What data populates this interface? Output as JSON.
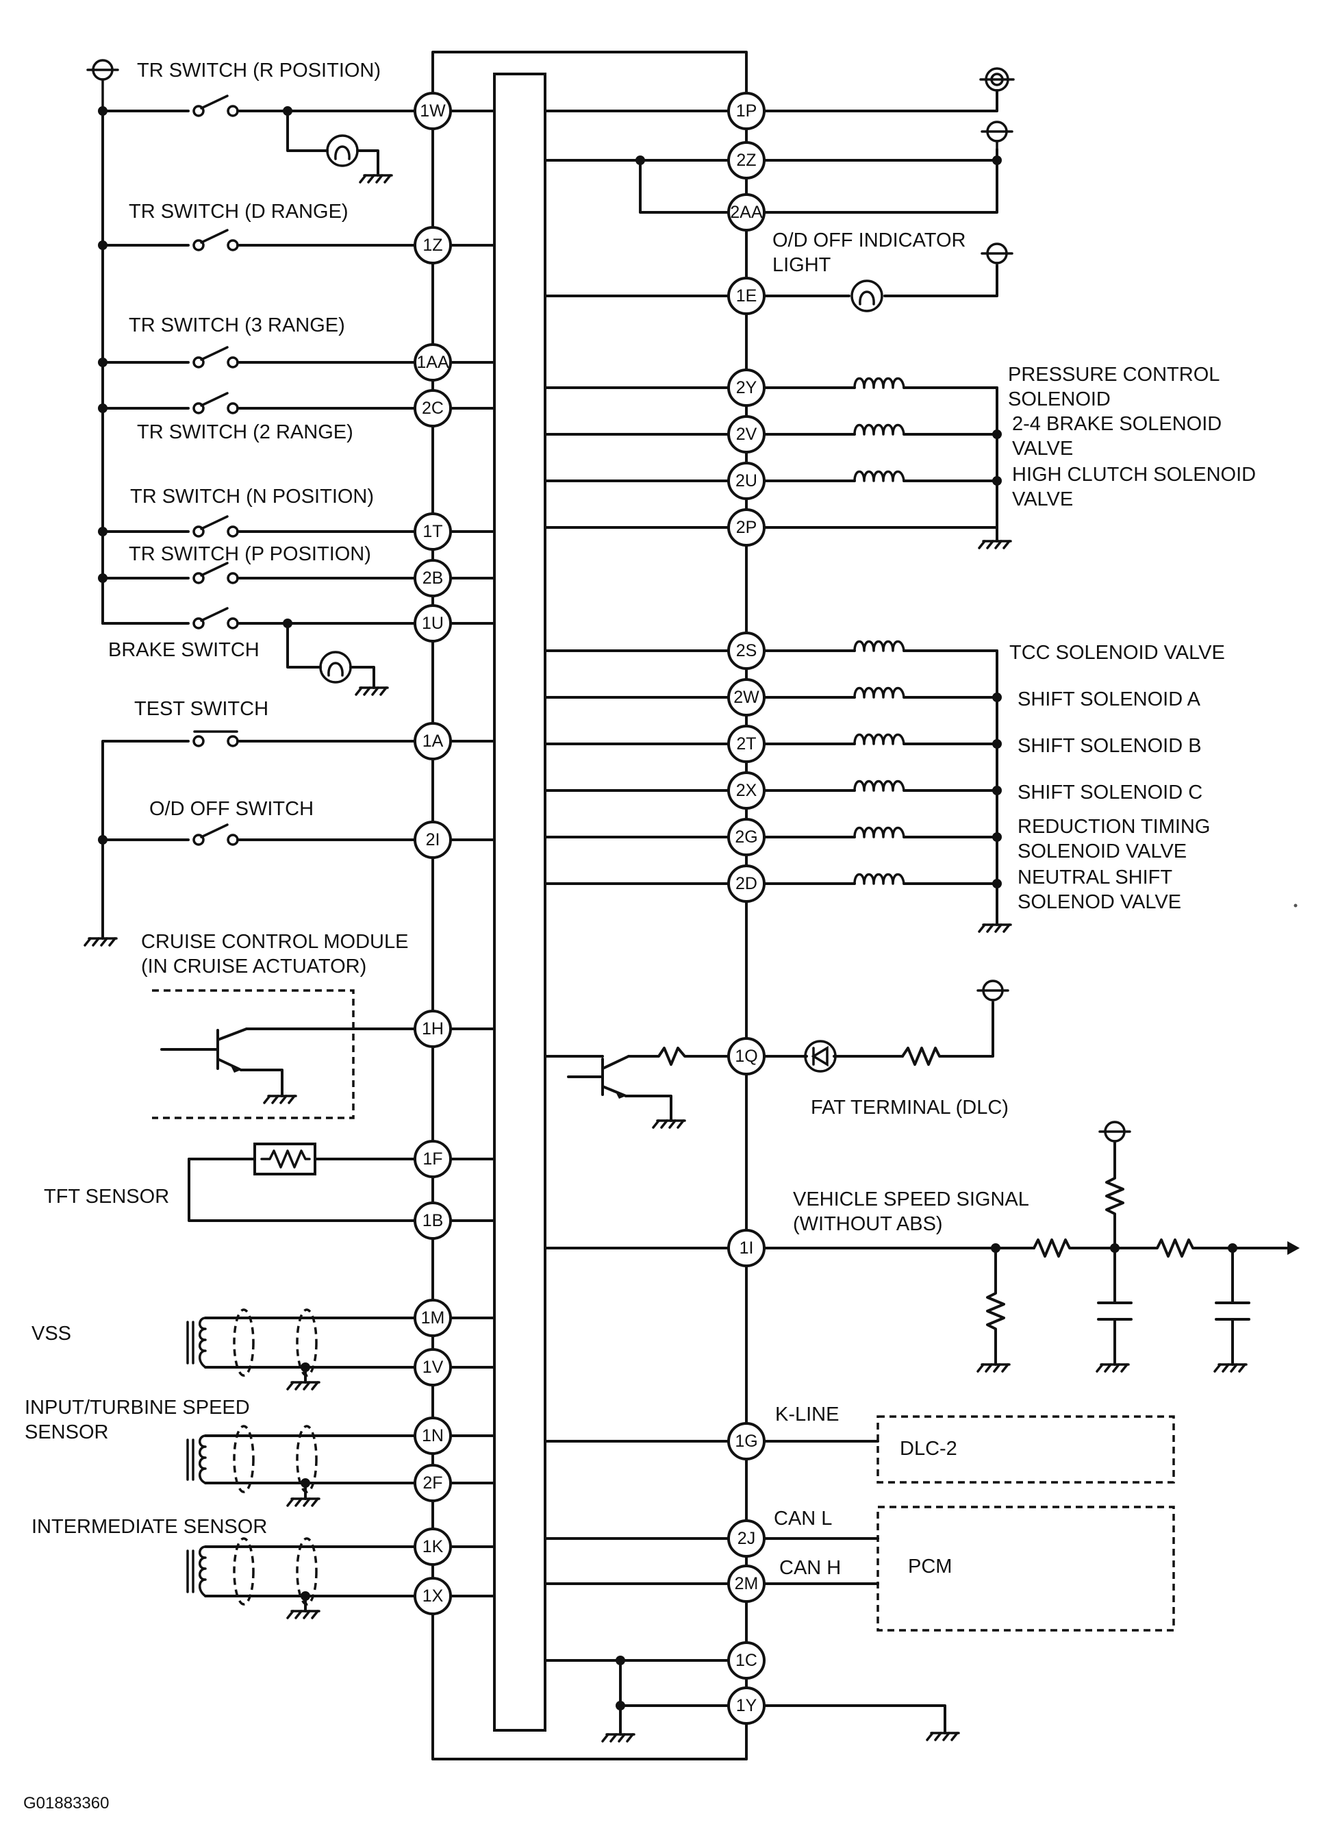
{
  "labels": {
    "tr_r": "TR SWITCH (R POSITION)",
    "tr_d": "TR SWITCH (D RANGE)",
    "tr_3": "TR SWITCH (3 RANGE)",
    "tr_2": "TR SWITCH (2 RANGE)",
    "tr_n": "TR SWITCH (N POSITION)",
    "tr_p": "TR SWITCH (P POSITION)",
    "brake": "BRAKE SWITCH",
    "test": "TEST SWITCH",
    "od_off_switch": "O/D OFF SWITCH",
    "cruise_1": "CRUISE CONTROL MODULE",
    "cruise_2": "(IN CRUISE ACTUATOR)",
    "tft": "TFT SENSOR",
    "vss": "VSS",
    "its_1": "INPUT/TURBINE SPEED",
    "its_2": "SENSOR",
    "intermediate": "INTERMEDIATE SENSOR",
    "od_light_1": "O/D OFF INDICATOR",
    "od_light_2": "LIGHT",
    "pc_1": "PRESSURE CONTROL",
    "pc_2": "SOLENOID",
    "b24_1": "2-4 BRAKE SOLENOID",
    "b24_2": "VALVE",
    "hc_1": "HIGH CLUTCH SOLENOID",
    "hc_2": "VALVE",
    "tcc": "TCC SOLENOID VALVE",
    "sa": "SHIFT SOLENOID A",
    "sb": "SHIFT SOLENOID B",
    "sc": "SHIFT SOLENOID C",
    "rt_1": "REDUCTION TIMING",
    "rt_2": "SOLENOID VALVE",
    "ns_1": "NEUTRAL SHIFT",
    "ns_2": "SOLENOD VALVE",
    "fat": "FAT TERMINAL (DLC)",
    "vs_1": "VEHICLE SPEED SIGNAL",
    "vs_2": "(WITHOUT ABS)",
    "kline": "K-LINE",
    "dlc2": "DLC-2",
    "canl": "CAN L",
    "canh": "CAN H",
    "pcm": "PCM",
    "figure_id": "G01883360"
  },
  "terminals": {
    "1W": "1W",
    "1Z": "1Z",
    "1AA": "1AA",
    "2C": "2C",
    "1T": "1T",
    "2B": "2B",
    "1U": "1U",
    "1A": "1A",
    "2I": "2I",
    "1H": "1H",
    "1F": "1F",
    "1B": "1B",
    "1M": "1M",
    "1V": "1V",
    "1N": "1N",
    "2F": "2F",
    "1K": "1K",
    "1X": "1X",
    "1P": "1P",
    "2Z": "2Z",
    "2AA": "2AA",
    "1E": "1E",
    "2Y": "2Y",
    "2V": "2V",
    "2U": "2U",
    "2P": "2P",
    "2S": "2S",
    "2W": "2W",
    "2T": "2T",
    "2X": "2X",
    "2G": "2G",
    "2D": "2D",
    "1Q": "1Q",
    "1I": "1I",
    "1G": "1G",
    "2J": "2J",
    "2M": "2M",
    "1C": "1C",
    "1Y": "1Y"
  }
}
